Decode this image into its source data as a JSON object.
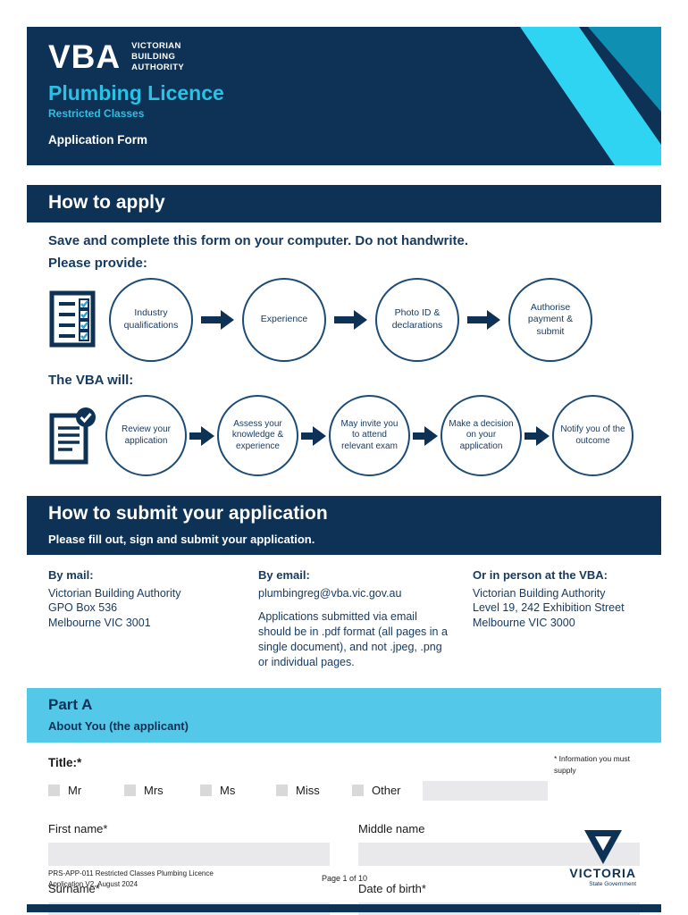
{
  "header": {
    "logo_text": "VBA",
    "logo_sub_lines": [
      "VICTORIAN",
      "BUILDING",
      "AUTHORITY"
    ],
    "title": "Plumbing Licence",
    "subtitle": "Restricted Classes",
    "form_label": "Application Form"
  },
  "how_to_apply": {
    "heading": "How to apply",
    "instruction": "Save and complete this form on your computer. Do not handwrite.",
    "provide_label": "Please provide:",
    "provide_steps": [
      "Industry qualifications",
      "Experience",
      "Photo ID & declarations",
      "Authorise payment & submit"
    ],
    "vba_label": "The VBA will:",
    "vba_steps": [
      "Review your application",
      "Assess your knowledge & experience",
      "May invite you to attend relevant exam",
      "Make a decision on your application",
      "Notify you of the outcome"
    ]
  },
  "how_to_submit": {
    "heading": "How to submit your application",
    "subheading": "Please fill out, sign and submit your application.",
    "by_mail": {
      "label": "By mail:",
      "lines": [
        "Victorian Building Authority",
        "GPO Box 536",
        "Melbourne VIC 3001"
      ]
    },
    "by_email": {
      "label": "By email:",
      "address": "plumbingreg@vba.vic.gov.au",
      "note": "Applications submitted via email should be in .pdf format (all pages in a single document), and not .jpeg, .png or individual pages."
    },
    "in_person": {
      "label": "Or in person at the VBA:",
      "lines": [
        "Victorian Building Authority",
        "Level 19, 242 Exhibition Street",
        "Melbourne VIC 3000"
      ]
    }
  },
  "part_a": {
    "heading": "Part A",
    "subheading": "About You (the applicant)",
    "required_note": "* Information you must supply",
    "title_label": "Title:*",
    "title_options": [
      "Mr",
      "Mrs",
      "Ms",
      "Miss",
      "Other"
    ],
    "fields": {
      "first_name": "First name*",
      "middle_name": "Middle name",
      "surname": "Surname*",
      "dob": "Date of birth*"
    }
  },
  "footer": {
    "doc_ref": "PRS-APP-011 Restricted Classes Plumbing Licence Application V2, August 2024",
    "page_indicator": "Page 1 of 10",
    "victoria_logo_text": "VICTORIA",
    "victoria_logo_sub": "State Government"
  },
  "icons": {
    "provide_flow": "checklist-icon",
    "vba_flow": "document-check-icon",
    "flow_arrow": "arrow-right-icon",
    "victoria": "victoria-triangle-icon"
  },
  "colors": {
    "navy": "#0e3255",
    "cyan_accent": "#29c1e4",
    "cyan_band": "#54c8e8",
    "cyan_bright": "#2fd4f2",
    "teal": "#0f8fb2",
    "input_gray": "#e9e9eb",
    "checkbox_gray": "#d9d9d9"
  }
}
